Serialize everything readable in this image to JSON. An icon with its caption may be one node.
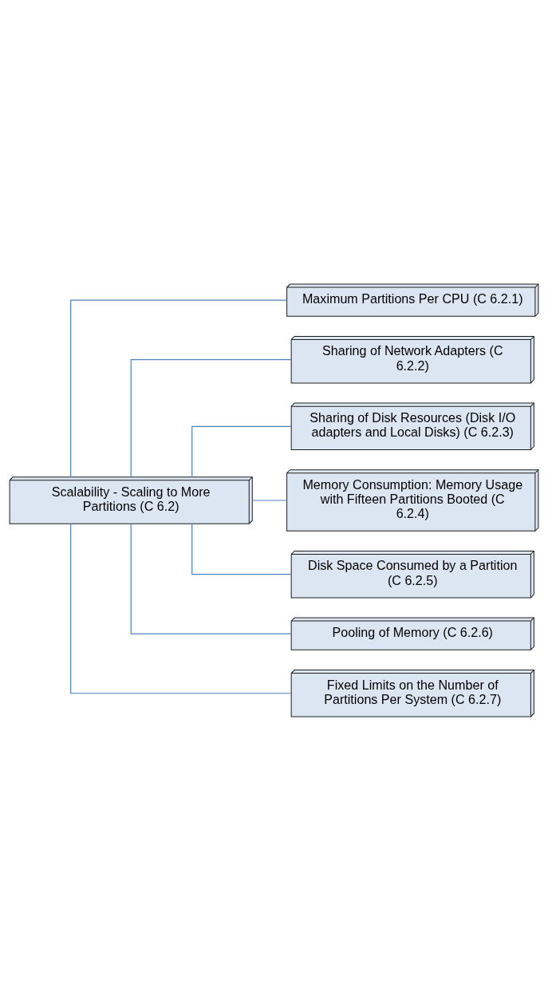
{
  "diagram": {
    "nodes": [
      {
        "text": [
          "Scalability - Scaling to More Partitions (C 6.2)"
        ]
      },
      {
        "text": [
          "Maximum Partitions Per CPU (C 6.2.1)"
        ]
      },
      {
        "text": [
          "Sharing of Network Adapters (C 6.2.2)"
        ]
      },
      {
        "text": [
          "Sharing of Disk Resources (Disk I/O adapters and Local Disks) (C 6.2.3)"
        ]
      },
      {
        "text": [
          "Memory Consumption: Memory Usage with Fifteen Partitions Booted (C 6.2.4)"
        ]
      },
      {
        "text": [
          "Disk Space Consumed by a Partition (C 6.2.5)"
        ]
      },
      {
        "text": [
          "Pooling of Memory (C 6.2.6)"
        ]
      },
      {
        "text": [
          "Fixed Limits on the Number of Partitions Per System (C 6.2.7)"
        ]
      }
    ],
    "edges": [
      {
        "from": 0,
        "to": 1,
        "arrow": "none"
      },
      {
        "from": 0,
        "to": 2,
        "arrow": "none"
      },
      {
        "from": 0,
        "to": 3,
        "arrow": "none"
      },
      {
        "from": 0,
        "to": 4,
        "arrow": "none"
      },
      {
        "from": 0,
        "to": 5,
        "arrow": "none"
      },
      {
        "from": 0,
        "to": 6,
        "arrow": "none"
      },
      {
        "from": 0,
        "to": 7,
        "arrow": "none"
      }
    ]
  }
}
